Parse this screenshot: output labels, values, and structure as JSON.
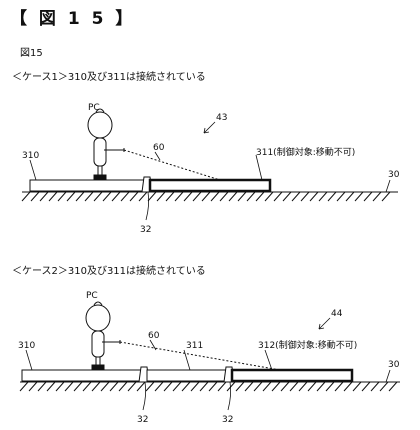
{
  "heading": "【 図 1 5 】",
  "figure_label": "図15",
  "case1": {
    "title": "＜ケース1＞310及び311は接続されている",
    "ref_figure": "43",
    "ref_pc": "PC",
    "ref_cable": "60",
    "ref_segment_a": "310",
    "ref_segment_b": "311(制御対象:移動不可)",
    "ref_ground": "30",
    "ref_joint": "32"
  },
  "case2": {
    "title": "＜ケース2＞310及び311は接続されている",
    "ref_figure": "44",
    "ref_pc": "PC",
    "ref_cable": "60",
    "ref_segment_a": "310",
    "ref_segment_b": "311",
    "ref_segment_c": "312(制御対象:移動不可)",
    "ref_ground": "30",
    "ref_joint_1": "32",
    "ref_joint_2": "32"
  }
}
